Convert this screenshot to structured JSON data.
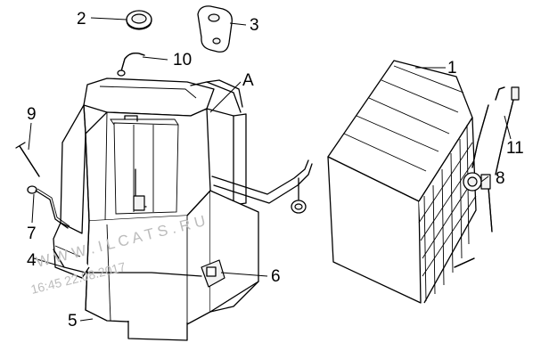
{
  "callouts": {
    "c1": "1",
    "c2": "2",
    "c3": "3",
    "c4": "4",
    "c5": "5",
    "c6": "6",
    "c7": "7",
    "c8": "8",
    "c9": "9",
    "c10": "10",
    "c11": "11",
    "cA": "A"
  },
  "watermark": {
    "site": "W W W . I L C A T S . R U",
    "timestamp": "16:45 22.08.2017"
  }
}
